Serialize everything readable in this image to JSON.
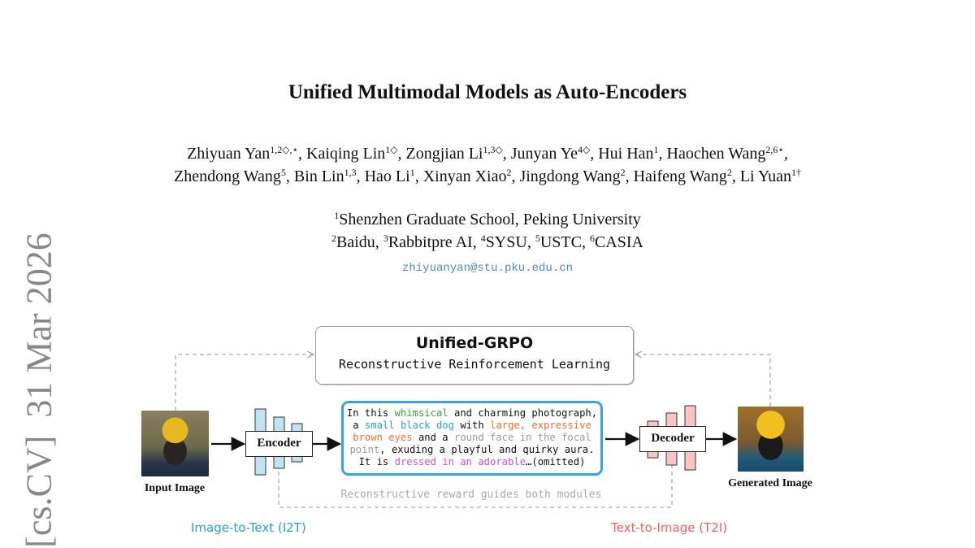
{
  "paper": {
    "title": "Unified Multimodal Models as Auto-Encoders",
    "authors_line1": [
      {
        "name": "Zhiyuan Yan",
        "sup": "1,2◇,⋆",
        "sep": ", "
      },
      {
        "name": "Kaiqing Lin",
        "sup": "1◇",
        "sep": ", "
      },
      {
        "name": "Zongjian Li",
        "sup": "1,3◇",
        "sep": ", "
      },
      {
        "name": "Junyan Ye",
        "sup": "4◇",
        "sep": ", "
      },
      {
        "name": "Hui Han",
        "sup": "1",
        "sep": ", "
      },
      {
        "name": "Haochen Wang",
        "sup": "2,6⋆",
        "sep": ","
      }
    ],
    "authors_line2": [
      {
        "name": "Zhendong Wang",
        "sup": "5",
        "sep": ", "
      },
      {
        "name": "Bin Lin",
        "sup": "1,3",
        "sep": ", "
      },
      {
        "name": "Hao Li",
        "sup": "1",
        "sep": ", "
      },
      {
        "name": "Xinyan Xiao",
        "sup": "2",
        "sep": ", "
      },
      {
        "name": "Jingdong Wang",
        "sup": "2",
        "sep": ", "
      },
      {
        "name": "Haifeng Wang",
        "sup": "2",
        "sep": ", "
      },
      {
        "name": "Li Yuan",
        "sup": "1†",
        "sep": ""
      }
    ],
    "affil_line1": [
      {
        "sup": "1",
        "text": "Shenzhen Graduate School, Peking University"
      }
    ],
    "affil_line2": [
      {
        "sup": "2",
        "text": "Baidu, "
      },
      {
        "sup": "3",
        "text": "Rabbitpre AI, "
      },
      {
        "sup": "4",
        "text": "SYSU, "
      },
      {
        "sup": "5",
        "text": "USTC, "
      },
      {
        "sup": "6",
        "text": "CASIA"
      }
    ],
    "email": "zhiyuanyan@stu.pku.edu.cn",
    "arxiv_stamp": "[cs.CV]  31 Mar 2026"
  },
  "figure": {
    "grpo_title": "Unified-GRPO",
    "grpo_subtitle": "Reconstructive Reinforcement Learning",
    "encoder": "Encoder",
    "decoder": "Decoder",
    "input_caption": "Input Image",
    "output_caption": "Generated Image",
    "caption_segments": [
      {
        "t": "In this ",
        "c": ""
      },
      {
        "t": "whimsical",
        "c": "g"
      },
      {
        "t": " and charming photograph,",
        "c": ""
      },
      {
        "br": true
      },
      {
        "t": "a ",
        "c": ""
      },
      {
        "t": "small black dog",
        "c": "b"
      },
      {
        "t": " with ",
        "c": ""
      },
      {
        "t": "large, expressive",
        "c": "o"
      },
      {
        "br": true
      },
      {
        "t": "brown eyes",
        "c": "o"
      },
      {
        "t": " and a ",
        "c": ""
      },
      {
        "t": "round face in the focal",
        "c": "gr"
      },
      {
        "br": true
      },
      {
        "t": "point",
        "c": "gr"
      },
      {
        "t": ", exuding a playful and quirky aura.",
        "c": ""
      },
      {
        "br": true
      },
      {
        "t": "It is ",
        "c": ""
      },
      {
        "t": "dressed in an adorable",
        "c": "p"
      },
      {
        "t": "…(omitted)",
        "c": ""
      }
    ],
    "reward_text": "Reconstructive reward guides both modules",
    "i2t_label": "Image-to-Text (I2T)",
    "t2i_label": "Text-to-Image (T2I)"
  }
}
